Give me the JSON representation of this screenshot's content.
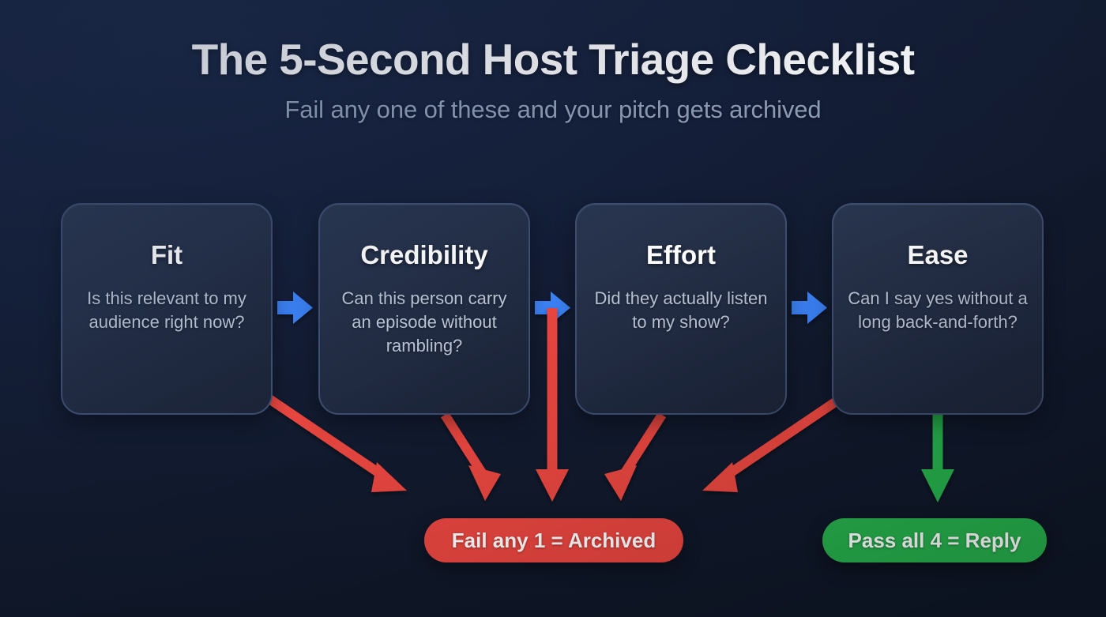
{
  "header": {
    "title": "The 5-Second Host Triage Checklist",
    "subtitle": "Fail any one of these and your pitch gets archived"
  },
  "cards": [
    {
      "id": "fit",
      "title": "Fit",
      "desc": "Is this relevant to my audience right now?"
    },
    {
      "id": "credibility",
      "title": "Credibility",
      "desc": "Can this person carry an episode without rambling?"
    },
    {
      "id": "effort",
      "title": "Effort",
      "desc": "Did they actually listen to my show?"
    },
    {
      "id": "ease",
      "title": "Ease",
      "desc": "Can I say yes without a long back-and-forth?"
    }
  ],
  "outcomes": {
    "fail": "Fail any 1 = Archived",
    "pass": "Pass all 4 = Reply"
  },
  "connectors": {
    "flow_arrows": [
      {
        "name": "fit-to-credibility",
        "direction": "right",
        "color": "#3b82f6"
      },
      {
        "name": "credibility-to-effort",
        "direction": "right",
        "color": "#3b82f6"
      },
      {
        "name": "effort-to-ease",
        "direction": "right",
        "color": "#3b82f6"
      }
    ],
    "fail_arrows": [
      {
        "name": "fit-to-fail",
        "direction": "down-right",
        "color": "#ef4444"
      },
      {
        "name": "credibility-to-fail",
        "direction": "down-right",
        "color": "#ef4444"
      },
      {
        "name": "junction-to-fail",
        "direction": "down",
        "color": "#ef4444"
      },
      {
        "name": "effort-to-fail",
        "direction": "down-left",
        "color": "#ef4444"
      },
      {
        "name": "ease-to-fail",
        "direction": "down-left",
        "color": "#ef4444"
      }
    ],
    "pass_arrows": [
      {
        "name": "ease-to-pass",
        "direction": "down",
        "color": "#22c55e"
      }
    ]
  },
  "colors": {
    "background": "#101a30",
    "card_fill": "#26334d",
    "card_border": "#3e4e70",
    "flow_blue": "#3b82f6",
    "fail_red": "#ea4640",
    "pass_green": "#27b14d",
    "title_text": "#ffffff",
    "subtitle_text": "#93a2bb",
    "body_text": "#b9c4d6"
  }
}
